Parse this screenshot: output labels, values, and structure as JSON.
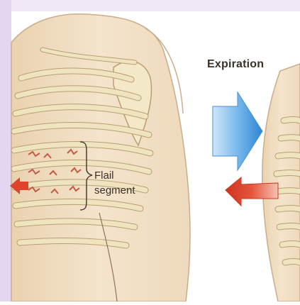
{
  "diagram": {
    "expiration_label": "Expiration",
    "flail_label_line1": "Flail",
    "flail_label_line2": "segment",
    "colors": {
      "left_border": "#e0d4ef",
      "top_border": "#efe6f5",
      "skin": "#f2e2c9",
      "skin_outline": "#c9ad8a",
      "bone": "#efe4c0",
      "bone_outline": "#b89f72",
      "fracture": "#c65a44",
      "blue_arrow": "#3a8fd8",
      "red_arrow": "#e0432c",
      "text": "#3a3128"
    }
  }
}
